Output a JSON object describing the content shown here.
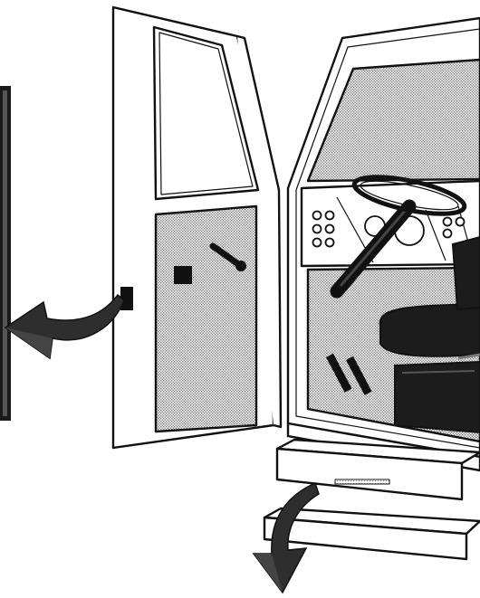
{
  "figure": {
    "subject": "truck-cab-open-door-with-steps",
    "colors": {
      "ink": "#111111",
      "shade": "#9a9a9a",
      "paper": "#ffffff"
    },
    "callouts": {
      "door-swing-arrow": "points-left",
      "step-arrow": "points-down"
    }
  }
}
